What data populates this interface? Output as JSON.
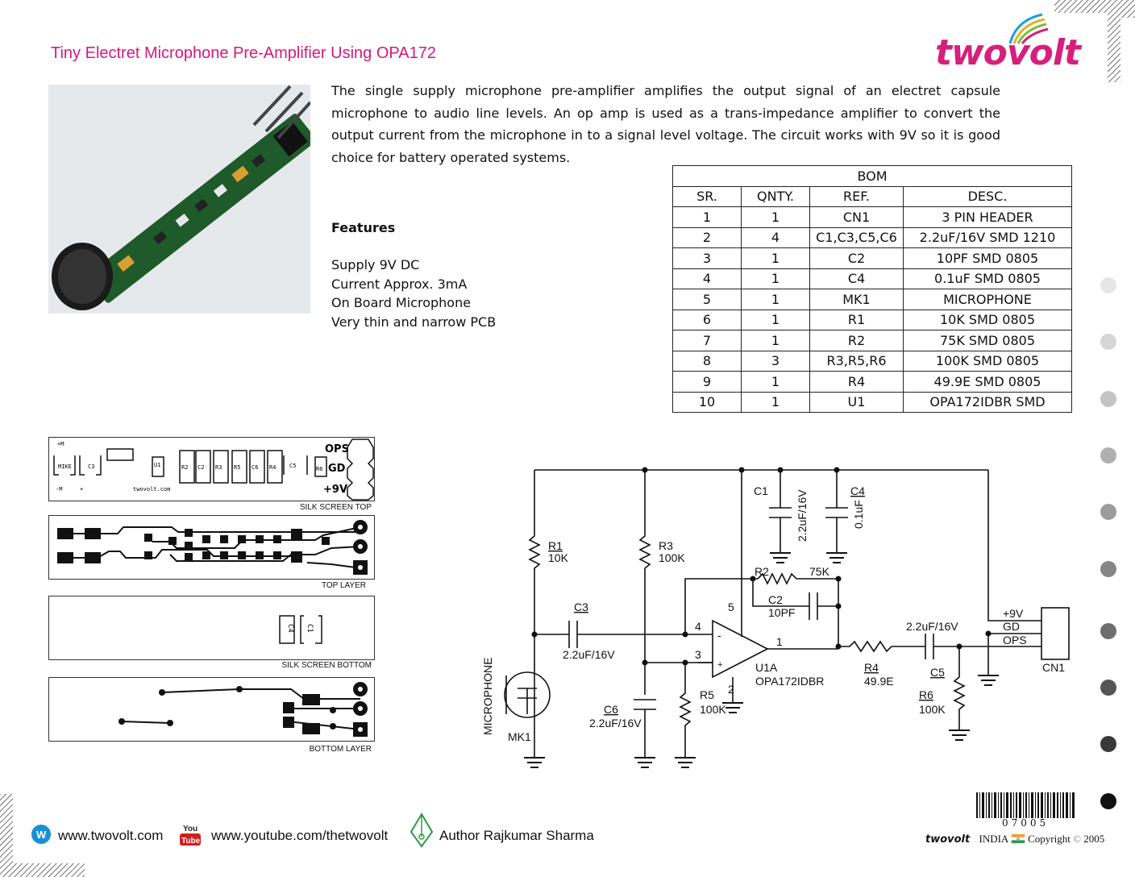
{
  "page": {
    "title": "Tiny Electret Microphone Pre-Amplifier Using OPA172",
    "brand": "twovolt",
    "intro": "The single supply microphone pre-amplifier amplifies the output signal of an electret capsule microphone to audio line levels. An op amp is used as a trans-impedance amplifier to convert the output current from the microphone in to a signal level voltage. The circuit works with 9V so it is good choice for battery operated systems."
  },
  "features": {
    "heading": "Features",
    "items": [
      "Supply 9V DC",
      "Current Approx. 3mA",
      "On Board Microphone",
      "Very thin and narrow PCB"
    ]
  },
  "bom": {
    "title": "BOM",
    "headers": [
      "SR.",
      "QNTY.",
      "REF.",
      "DESC."
    ],
    "rows": [
      [
        "1",
        "1",
        "CN1",
        "3 PIN HEADER"
      ],
      [
        "2",
        "4",
        "C1,C3,C5,C6",
        "2.2uF/16V SMD 1210"
      ],
      [
        "3",
        "1",
        "C2",
        "10PF SMD 0805"
      ],
      [
        "4",
        "1",
        "C4",
        "0.1uF SMD 0805"
      ],
      [
        "5",
        "1",
        "MK1",
        "MICROPHONE"
      ],
      [
        "6",
        "1",
        "R1",
        "10K SMD 0805"
      ],
      [
        "7",
        "1",
        "R2",
        "75K SMD 0805"
      ],
      [
        "8",
        "3",
        "R3,R5,R6",
        "100K SMD 0805"
      ],
      [
        "9",
        "1",
        "R4",
        "49.9E SMD 0805"
      ],
      [
        "10",
        "1",
        "U1",
        "OPA172IDBR SMD"
      ]
    ]
  },
  "pcb": {
    "silk_top_label": "SILK SCREEN TOP",
    "top_layer_label": "TOP LAYER",
    "silk_bottom_label": "SILK SCREEN BOTTOM",
    "bottom_layer_label": "BOTTOM LAYER",
    "silk_top_marks": {
      "mike": "MIKE",
      "c3": "C3",
      "u1": "U1",
      "r2": "R2",
      "c2": "C2",
      "r3": "R3",
      "r5": "R5",
      "c6": "C6",
      "r4": "R4",
      "c5": "C5",
      "r6": "R6",
      "brand": "twovolt.com",
      "ops": "OPS",
      "gd": "GD",
      "plus9v": "+9V",
      "plus_m": "+M",
      "minus_m": "-M",
      "plus": "+"
    },
    "silk_bottom_marks": {
      "c4": "C4",
      "c1": "C1"
    }
  },
  "schematic": {
    "labels": {
      "c1": "C1",
      "c1_val": "2.2uF/16V",
      "c4": "C4",
      "c4_val": "0.1uF",
      "r1": "R1",
      "r1_val": "10K",
      "r3": "R3",
      "r3_val": "100K",
      "r2": "R2",
      "r2_val": "75K",
      "c2": "C2",
      "c2_val": "10PF",
      "c3": "C3",
      "c3_val": "2.2uF/16V",
      "pin4": "4",
      "pin3": "3",
      "pin5": "5",
      "pin2": "2",
      "pin1": "1",
      "u1a": "U1A",
      "u1a_val": "OPA172IDBR",
      "r4": "R4",
      "r4_val": "49.9E",
      "c5_val": "2.2uF/16V",
      "c5": "C5",
      "r5": "R5",
      "r5_val": "100K",
      "r6": "R6",
      "r6_val": "100K",
      "c6": "C6",
      "c6_val": "2.2uF/16V",
      "mic": "MICROPHONE",
      "mk1": "MK1",
      "v9": "+9V",
      "gd": "GD",
      "ops": "OPS",
      "cn1": "CN1",
      "plus": "+",
      "minus": "-"
    }
  },
  "footer": {
    "website": "www.twovolt.com",
    "youtube": "www.youtube.com/thetwovolt",
    "author": "Author Rajkumar Sharma",
    "yt_you": "You",
    "yt_tube": "Tube",
    "w_icon_letter": "W",
    "barcode_number": "07005",
    "brand": "twovolt",
    "country": "INDIA",
    "copyright_word": "Copyright",
    "copyright_symbol": "©",
    "year": "2005"
  },
  "colors": {
    "title": "#d6187a",
    "brand": "#d61f7c",
    "pcb_green": "#1f5a2a"
  }
}
